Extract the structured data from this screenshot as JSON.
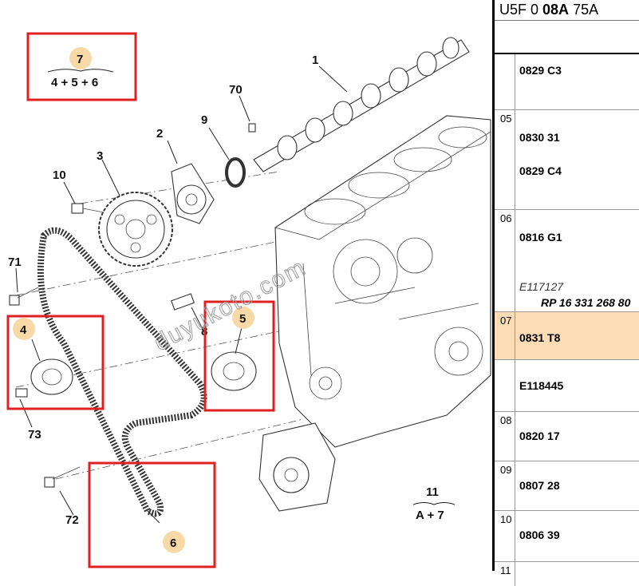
{
  "callouts": [
    "1",
    "2",
    "3",
    "4",
    "5",
    "6",
    "7",
    "8",
    "9",
    "10",
    "11",
    "70",
    "71",
    "72",
    "73"
  ],
  "group7": {
    "label": "7",
    "formula": "4 + 5 + 6"
  },
  "group11": {
    "label": "11",
    "formula": "A + 7"
  },
  "watermark": "duyukoto.com",
  "panel": {
    "header_parts": [
      "U5F 0 ",
      "08A",
      " 75A"
    ],
    "rows": [
      {
        "pos": "",
        "lines": [
          "0829 C3"
        ]
      },
      {
        "pos": "05",
        "lines": [
          "0830 31",
          "0829 C4"
        ]
      },
      {
        "pos": "06",
        "lines": [
          "0816 G1",
          "E117127",
          "RP 16 331 268 80"
        ]
      },
      {
        "pos": "07",
        "lines": [
          "0831 T8"
        ],
        "selected": true
      },
      {
        "pos": "",
        "lines": [
          "E118445"
        ]
      },
      {
        "pos": "08",
        "lines": [
          "0820 17"
        ]
      },
      {
        "pos": "09",
        "lines": [
          "0807 28"
        ]
      },
      {
        "pos": "10",
        "lines": [
          "0806 39"
        ]
      },
      {
        "pos": "11",
        "lines": []
      }
    ]
  },
  "colors": {
    "highlight": "#f6d9a7",
    "box": "#e02020",
    "selected_row": "#fbdcb5"
  }
}
